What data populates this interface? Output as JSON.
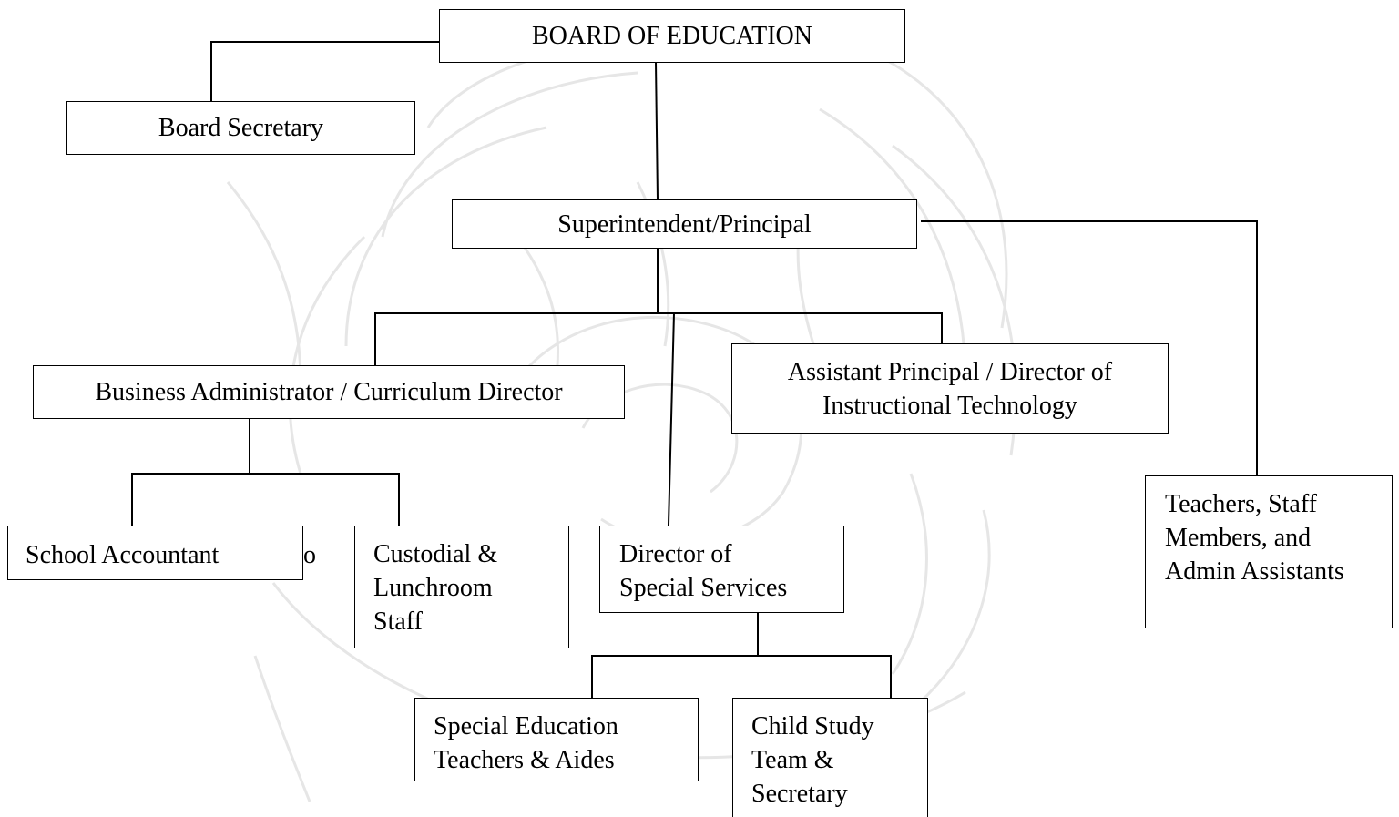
{
  "chart_title": "",
  "boxes": {
    "board_of_education": "BOARD OF EDUCATION",
    "board_secretary": "Board Secretary",
    "superintendent_principal": "Superintendent/Principal",
    "business_administrator": "Business Administrator / Curriculum Director",
    "assistant_principal": {
      "line1": "Assistant Principal / Director of",
      "line2": "Instructional Technology"
    },
    "teachers_staff": {
      "line1": "Teachers, Staff",
      "line2": "Members, and",
      "line3": "Admin Assistants"
    },
    "school_accountant": "School Accountant",
    "stray_glyph": "o",
    "custodial": {
      "line1": "Custodial &",
      "line2": "Lunchroom",
      "line3": "Staff"
    },
    "director_special_services": {
      "line1": "Director of",
      "line2": "Special Services"
    },
    "special_education": {
      "line1": "Special Education",
      "line2": "Teachers & Aides"
    },
    "child_study_team": {
      "line1": "Child Study",
      "line2": "Team &",
      "line3": "Secretary"
    }
  },
  "colors": {
    "line": "#000000",
    "box_border": "#000000",
    "text": "#000000",
    "background": "#ffffff",
    "watermark": "#e8e8e8"
  },
  "watermark_icon": "warrior-head-watermark-icon"
}
